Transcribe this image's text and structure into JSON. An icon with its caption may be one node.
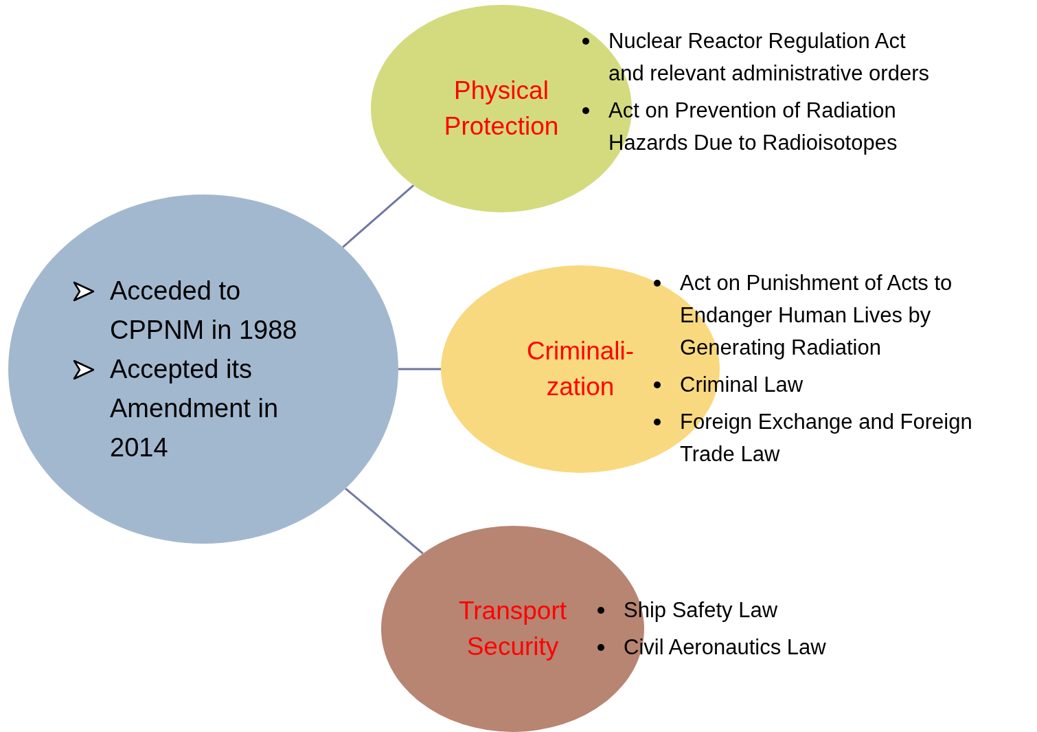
{
  "diagram": {
    "nodes": [
      {
        "text": [
          "Acceded to CPPNM in 1988",
          "Accepted its Amendment in 2014"
        ]
      },
      {
        "text": [
          "Physical Protection"
        ],
        "beside": [
          "Nuclear Reactor Regulation Act and relevant administrative orders",
          "Act on Prevention of Radiation Hazards Due to Radioisotopes"
        ]
      },
      {
        "text": [
          "Criminali- zation"
        ],
        "beside": [
          "Act on Punishment of Acts to Endanger Human Lives by Generating Radiation",
          "Criminal Law",
          "Foreign Exchange and Foreign Trade Law"
        ]
      },
      {
        "text": [
          "Transport Security"
        ],
        "beside": [
          "Ship Safety Law",
          "Civil Aeronautics Law"
        ]
      }
    ],
    "edges": [
      {
        "from": 0,
        "to": 1,
        "arrow": "none"
      },
      {
        "from": 0,
        "to": 2,
        "arrow": "none"
      },
      {
        "from": 0,
        "to": 3,
        "arrow": "none"
      }
    ]
  }
}
